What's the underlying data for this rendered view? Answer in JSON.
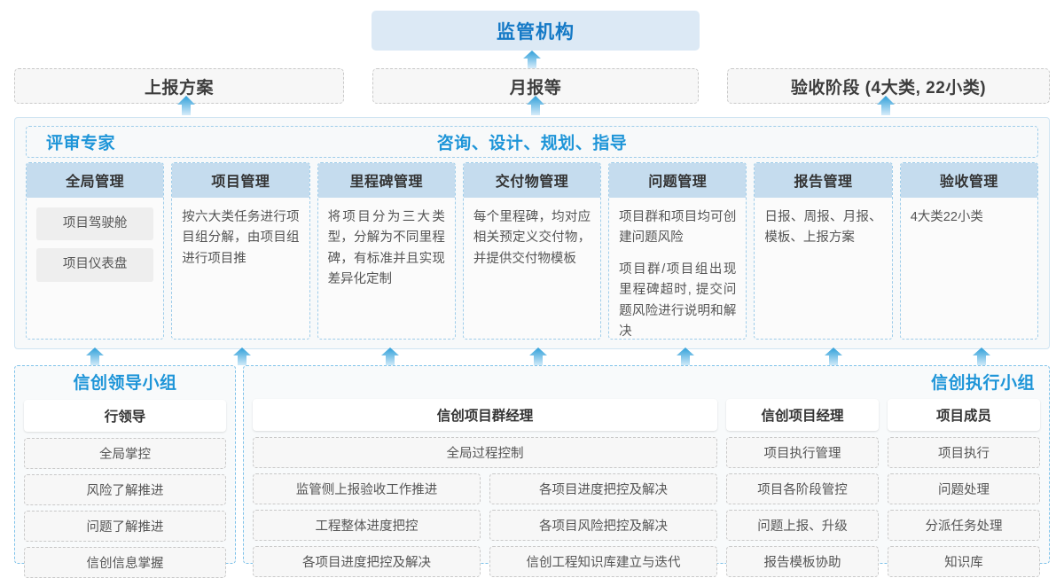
{
  "top": {
    "regulator": "监管机构",
    "channels": [
      {
        "label": "上报方案"
      },
      {
        "label": "月报等"
      },
      {
        "label": "验收阶段 (4大类, 22小类)"
      }
    ]
  },
  "middle": {
    "left_label": "评审专家",
    "center_label": "咨询、设计、规划、指导",
    "cards": [
      {
        "title": "全局管理",
        "pills": [
          "项目驾驶舱",
          "项目仪表盘"
        ],
        "paragraphs": []
      },
      {
        "title": "项目管理",
        "pills": [],
        "paragraphs": [
          "按六大类任务进行项目组分解，由项目组进行项目推"
        ]
      },
      {
        "title": "里程碑管理",
        "pills": [],
        "paragraphs": [
          "将项目分为三大类型，分解为不同里程碑，有标准并且实现差异化定制"
        ]
      },
      {
        "title": "交付物管理",
        "pills": [],
        "paragraphs": [
          "每个里程碑，均对应相关预定义交付物，并提供交付物模板"
        ]
      },
      {
        "title": "问题管理",
        "pills": [],
        "paragraphs": [
          "项目群和项目均可创建问题风险",
          "项目群/项目组出现里程碑超时, 提交问题风险进行说明和解决"
        ]
      },
      {
        "title": "报告管理",
        "pills": [],
        "paragraphs": [
          "日报、周报、月报、模板、上报方案"
        ]
      },
      {
        "title": "验收管理",
        "pills": [],
        "paragraphs": [
          "4大类22小类"
        ]
      }
    ]
  },
  "bottom": {
    "lead_group": {
      "title": "信创领导小组",
      "role": "行领导",
      "items": [
        "全局掌控",
        "风险了解推进",
        "问题了解推进",
        "信创信息掌握"
      ]
    },
    "exec_group": {
      "title": "信创执行小组",
      "columns": [
        {
          "role": "信创项目群经理",
          "full_width_item": "全局过程控制",
          "left_items": [
            "监管侧上报验收工作推进",
            "工程整体进度把控",
            "各项目进度把控及解决"
          ],
          "right_items": [
            "各项目进度把控及解决",
            "各项目风险把控及解决",
            "信创工程知识库建立与迭代"
          ]
        },
        {
          "role": "信创项目经理",
          "items": [
            "项目执行管理",
            "项目各阶段管控",
            "问题上报、升级",
            "报告模板协助"
          ]
        },
        {
          "role": "项目成员",
          "items": [
            "项目执行",
            "问题处理",
            "分派任务处理",
            "知识库"
          ]
        }
      ]
    }
  },
  "icons": {
    "arrow_up": "arrow-up-icon"
  },
  "colors": {
    "accent": "#1e95d8",
    "header_fill": "#dce9f5",
    "card_header": "#c5dcee",
    "arrow_top": "#2e9fd9",
    "arrow_bottom": "#cfe9f8"
  }
}
